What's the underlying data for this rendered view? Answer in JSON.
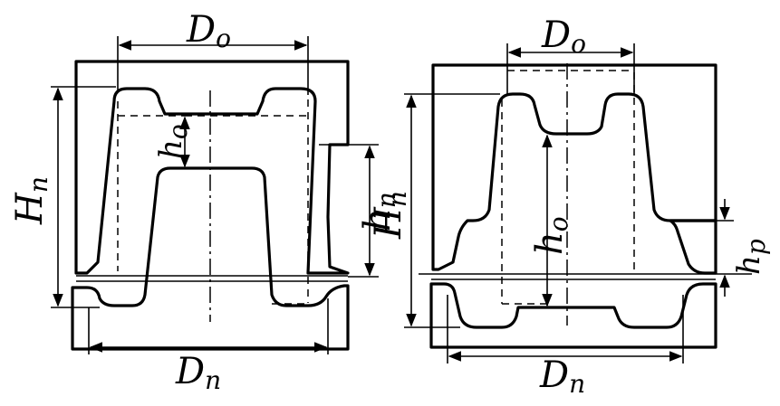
{
  "labels": {
    "left_top_diameter": "D",
    "left_top_diameter_sub": "o",
    "left_bottom_diameter": "D",
    "left_bottom_diameter_sub": "n",
    "left_total_height": "H",
    "left_total_height_sub": "n",
    "left_gap_height": "h",
    "left_gap_height_sub": "o",
    "left_punch_height": "h",
    "left_punch_height_sub": "n",
    "right_top_diameter": "D",
    "right_top_diameter_sub": "o",
    "right_bottom_diameter": "D",
    "right_bottom_diameter_sub": "n",
    "right_total_height": "H",
    "right_total_height_sub": "n",
    "right_inner_height": "h",
    "right_inner_height_sub": "o",
    "right_flash_height": "h",
    "right_flash_height_sub": "p"
  },
  "colors": {
    "ink": "#000000",
    "paper": "#ffffff"
  }
}
